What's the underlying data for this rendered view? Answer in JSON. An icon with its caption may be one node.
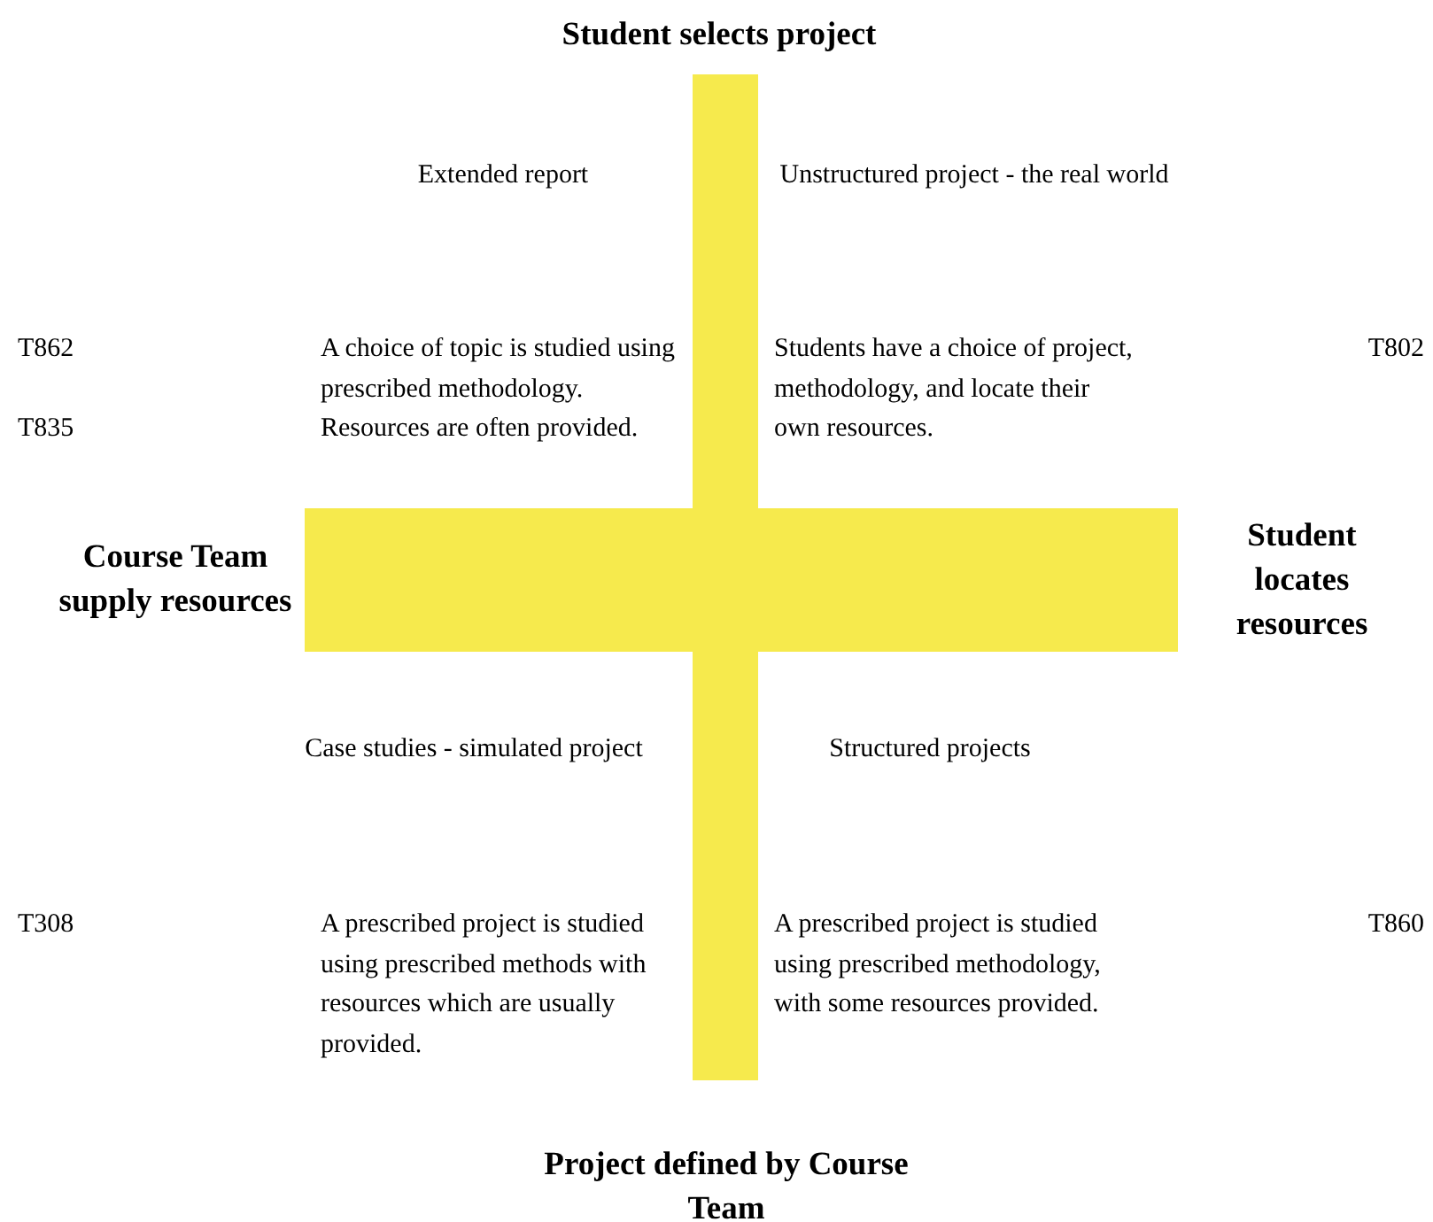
{
  "diagram": {
    "labels": [
      "Student selects project",
      "Extended report",
      "Unstructured project - the real world",
      "T862",
      "A choice of topic is studied using prescribed methodology. Resources are often provided.",
      "Students have a choice of project, methodology, and locate their own resources.",
      "T802",
      "T835",
      "Course Team supply resources",
      "Student locates resources",
      "Case studies - simulated project",
      "Structured projects",
      "T308",
      "A prescribed project is studied using prescribed methods with resources which are usually provided.",
      "A prescribed project is studied using prescribed methodology, with some resources provided.",
      "T860",
      "Project defined by Course Team"
    ]
  }
}
